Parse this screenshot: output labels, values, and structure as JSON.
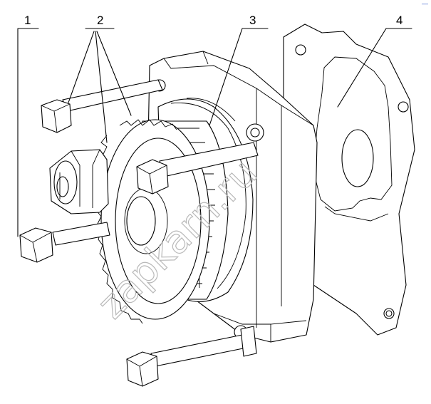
{
  "callouts": [
    {
      "id": "1",
      "text": "1"
    },
    {
      "id": "2",
      "text": "2"
    },
    {
      "id": "3",
      "text": "3"
    },
    {
      "id": "4",
      "text": "4"
    }
  ],
  "watermark": "zapkarn.ru",
  "corner_mark": "—"
}
